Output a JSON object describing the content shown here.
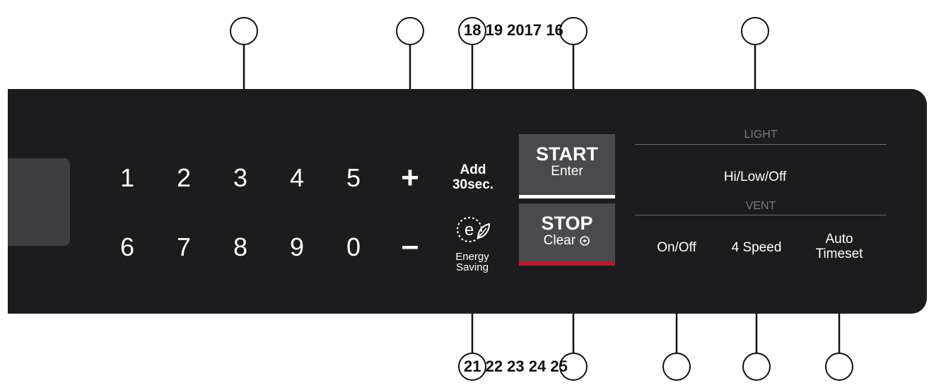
{
  "keypad": {
    "row1": [
      "1",
      "2",
      "3",
      "4",
      "5"
    ],
    "row2": [
      "6",
      "7",
      "8",
      "9",
      "0"
    ],
    "plus": "+",
    "minus": "–"
  },
  "add30": {
    "line1": "Add",
    "line2": "30sec."
  },
  "energy": {
    "line1": "Energy",
    "line2": "Saving",
    "icon": "energy-saving-leaf-icon"
  },
  "start_button": {
    "line1": "START",
    "line2": "Enter"
  },
  "stop_button": {
    "line1": "STOP",
    "line2": "Clear",
    "icon": "lock-icon"
  },
  "light": {
    "section": "LIGHT",
    "label": "Hi/Low/Off"
  },
  "vent": {
    "section": "VENT",
    "onoff": "On/Off",
    "speed": "4 Speed",
    "auto_line1": "Auto",
    "auto_line2": "Timeset"
  },
  "callouts": {
    "top_numbers": "18 19 2017 16",
    "bottom_numbers": "21 22 23 24 25"
  },
  "colors": {
    "panel": "#1c1c1e",
    "button": "#4a4a4e",
    "stop_accent": "#b01e2e",
    "start_accent": "#ffffff"
  }
}
